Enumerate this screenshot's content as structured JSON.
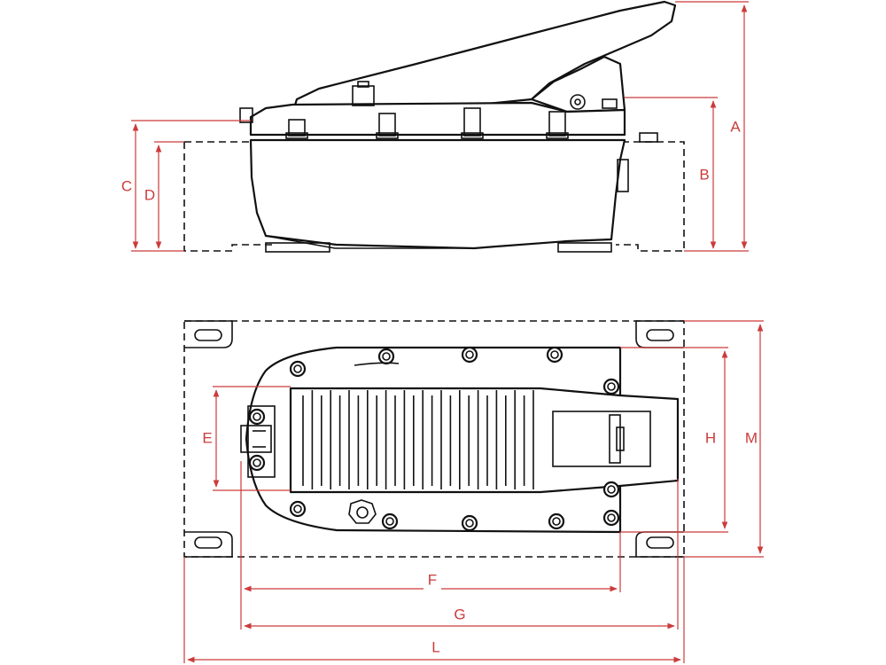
{
  "dimension_labels": {
    "A": "A",
    "B": "B",
    "C": "C",
    "D": "D",
    "E": "E",
    "F": "F",
    "G": "G",
    "H": "H",
    "L": "L",
    "M": "M"
  },
  "colors": {
    "dimension": "#cc3b3b",
    "outline": "#111111",
    "background": "#ffffff"
  }
}
